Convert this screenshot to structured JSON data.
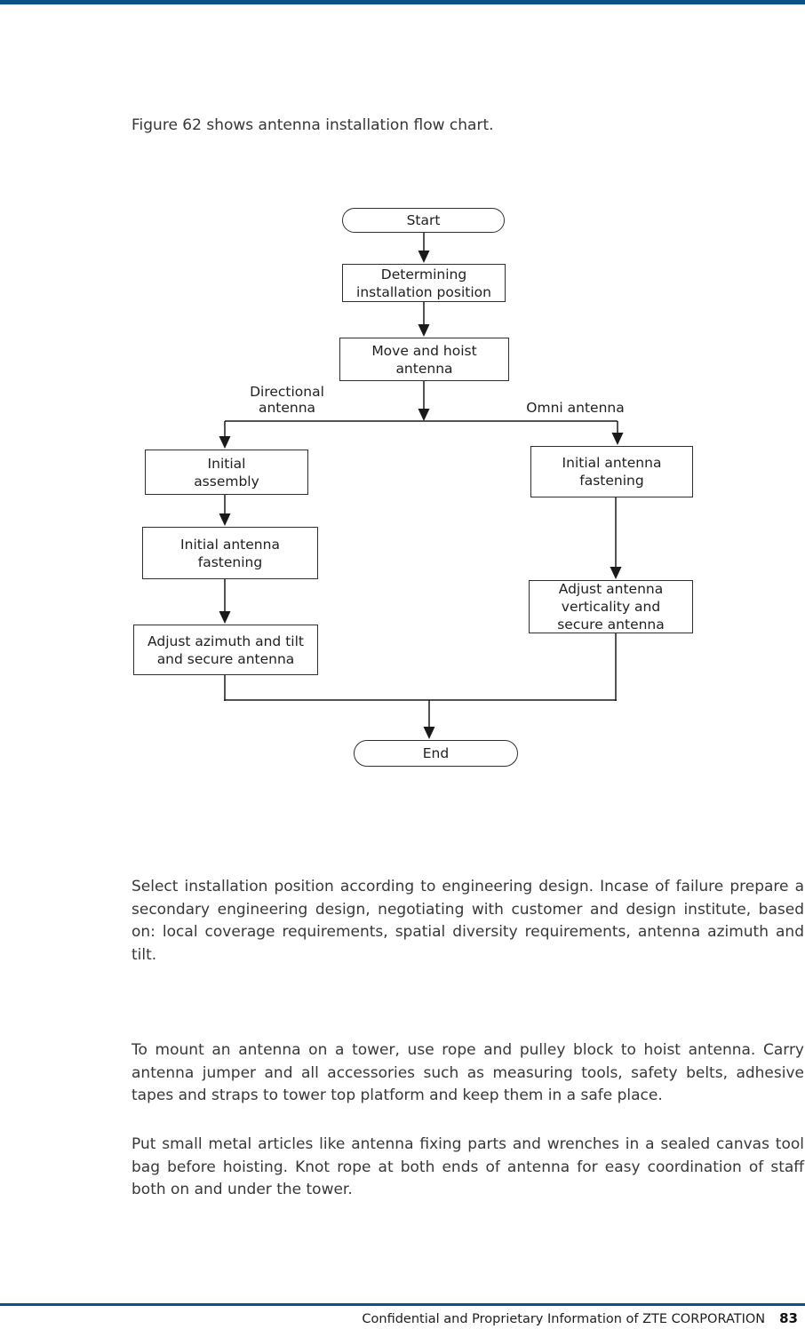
{
  "page": {
    "caption": "Figure 62 shows antenna installation flow chart.",
    "paragraphs": [
      "Select installation position according to engineering design. Incase of failure prepare a secondary engineering design, negotiating with customer and design institute, based on: local coverage requirements, spatial diversity requirements, antenna azimuth and tilt.",
      "To mount an antenna on a tower, use rope and pulley block to hoist antenna. Carry antenna jumper and all accessories such as measuring tools, safety belts, adhesive tapes and straps to tower top platform and keep them in a safe place.",
      "Put small metal articles like antenna fixing parts and wrenches in a sealed canvas tool bag before hoisting. Knot rope at both ends of antenna for easy coordination of staff both on and under the tower."
    ],
    "footer": {
      "confidentiality": "Confidential and Proprietary Information of ZTE CORPORATION",
      "page_number": "83"
    }
  },
  "flowchart": {
    "nodes": {
      "start": "Start",
      "determining": "Determining\ninstallation position",
      "move_hoist": "Move and hoist\nantenna",
      "initial_assembly": "Initial\nassembly",
      "initial_fastening_left": "Initial antenna\nfastening",
      "adjust_azimuth": "Adjust azimuth and tilt\nand secure antenna",
      "initial_fastening_right": "Initial antenna\nfastening",
      "adjust_verticality": "Adjust antenna\nverticality and\nsecure antenna",
      "end": "End"
    },
    "branch_labels": {
      "left": "Directional\nantenna",
      "right": "Omni antenna"
    }
  },
  "colors": {
    "accent_bar": "#0b5286",
    "box_border": "#2f2f2f",
    "connector": "#1a1a1a",
    "body_text": "#383838"
  }
}
